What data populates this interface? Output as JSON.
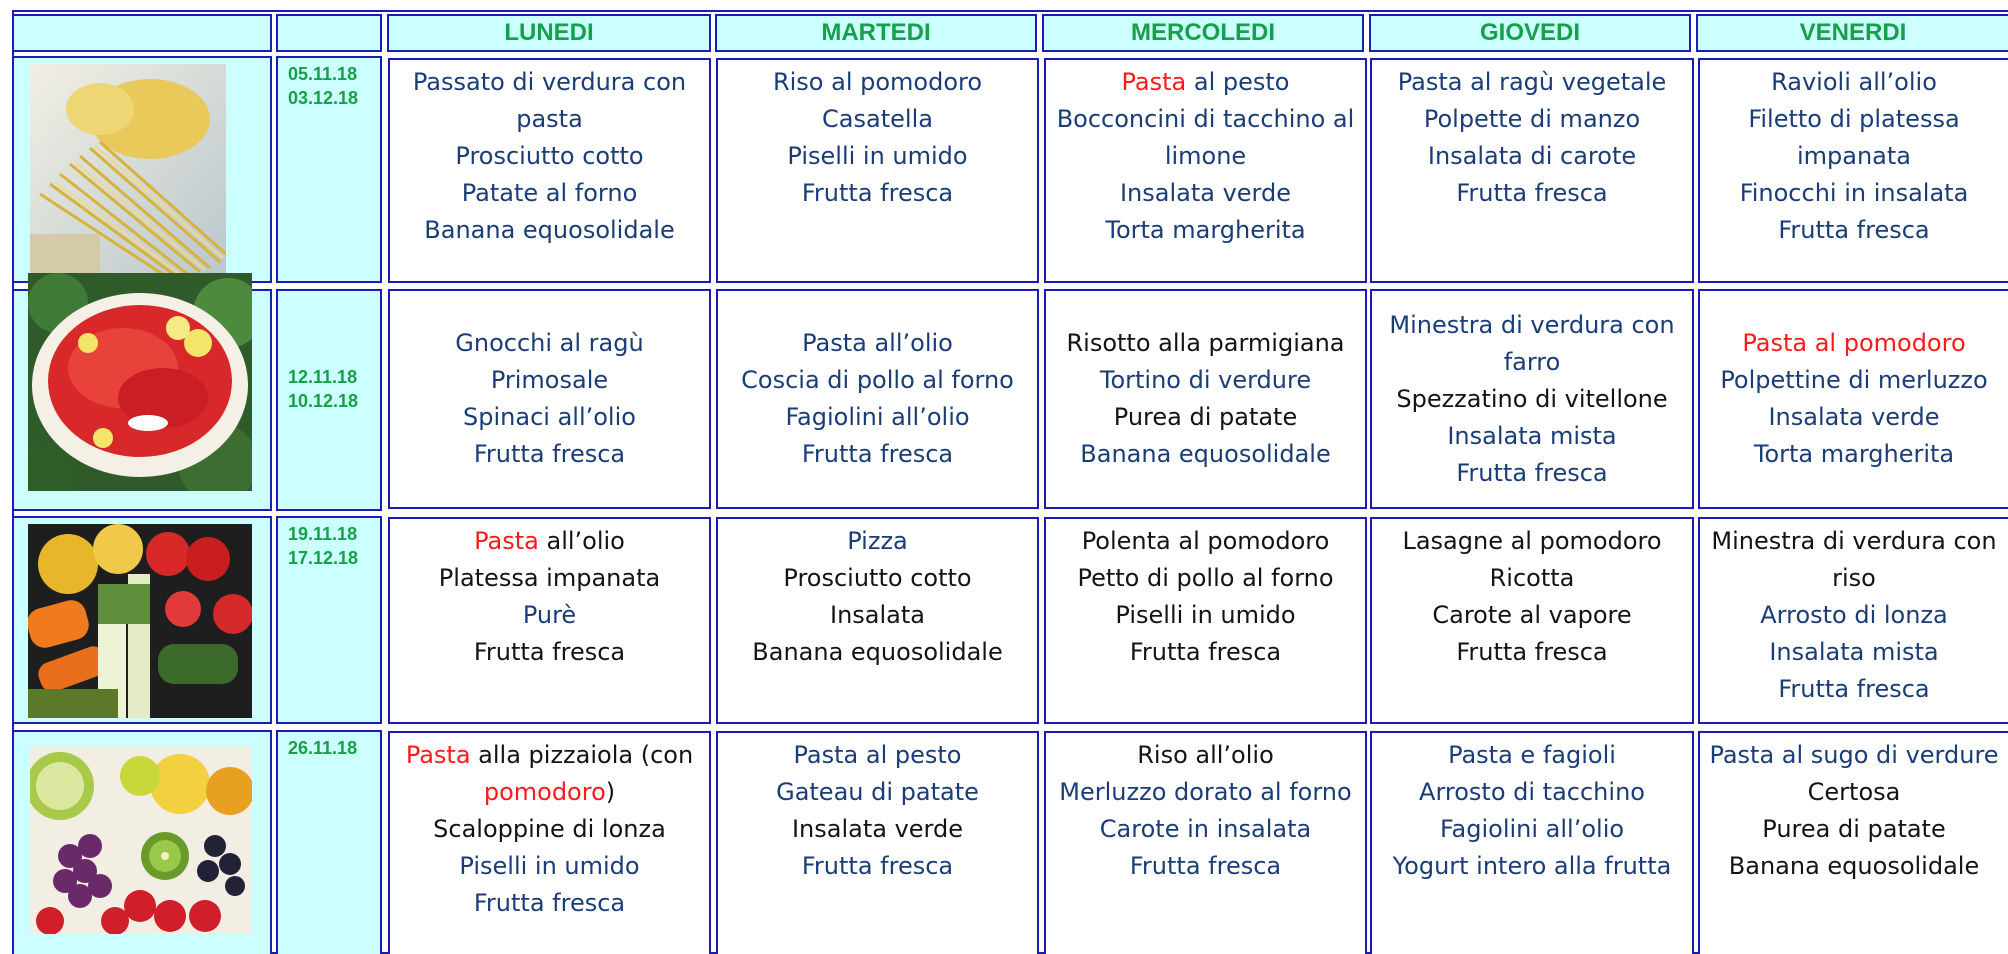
{
  "days": [
    "LUNEDI",
    "MARTEDI",
    "MERCOLEDI",
    "GIOVEDI",
    "VENERDI"
  ],
  "weeks": [
    {
      "image": "pasta-photo",
      "dates": [
        "05.11.18",
        "03.12.18"
      ],
      "meals": [
        [
          {
            "parts": [
              {
                "t": "Passato di verdura con pasta"
              }
            ]
          },
          {
            "parts": [
              {
                "t": "Prosciutto cotto"
              }
            ]
          },
          {
            "parts": [
              {
                "t": "Patate al forno"
              }
            ]
          },
          {
            "parts": [
              {
                "t": "Banana equosolidale"
              }
            ]
          }
        ],
        [
          {
            "parts": [
              {
                "t": "Riso al pomodoro"
              }
            ]
          },
          {
            "parts": [
              {
                "t": "Casatella"
              }
            ]
          },
          {
            "parts": [
              {
                "t": "Piselli  in umido"
              }
            ]
          },
          {
            "parts": [
              {
                "t": "Frutta fresca"
              }
            ]
          }
        ],
        [
          {
            "parts": [
              {
                "t": "Pasta",
                "c": "red"
              },
              {
                "t": " al pesto"
              }
            ]
          },
          {
            "parts": [
              {
                "t": "Bocconcini di tacchino al limone"
              }
            ]
          },
          {
            "parts": [
              {
                "t": "Insalata verde"
              }
            ]
          },
          {
            "parts": [
              {
                "t": "Torta margherita"
              }
            ]
          }
        ],
        [
          {
            "parts": [
              {
                "t": "Pasta al ragù vegetale"
              }
            ]
          },
          {
            "parts": [
              {
                "t": "Polpette di manzo"
              }
            ]
          },
          {
            "parts": [
              {
                "t": "Insalata di carote"
              }
            ]
          },
          {
            "parts": [
              {
                "t": "Frutta fresca"
              }
            ]
          }
        ],
        [
          {
            "parts": [
              {
                "t": "Ravioli all’olio"
              }
            ]
          },
          {
            "parts": [
              {
                "t": "Filetto di platessa impanata"
              }
            ]
          },
          {
            "parts": [
              {
                "t": "Finocchi in insalata"
              }
            ]
          },
          {
            "parts": [
              {
                "t": "Frutta fresca"
              }
            ]
          }
        ]
      ]
    },
    {
      "image": "salmon-plate-photo",
      "dates": [
        "12.11.18",
        "10.12.18"
      ],
      "meals": [
        [
          {
            "parts": [
              {
                "t": "Gnocchi al ragù"
              }
            ]
          },
          {
            "parts": [
              {
                "t": "Primosale"
              }
            ]
          },
          {
            "parts": [
              {
                "t": "Spinaci all’olio"
              }
            ]
          },
          {
            "parts": [
              {
                "t": "Frutta fresca"
              }
            ]
          }
        ],
        [
          {
            "parts": [
              {
                "t": "Pasta all’olio"
              }
            ]
          },
          {
            "parts": [
              {
                "t": "Coscia di pollo al forno"
              }
            ]
          },
          {
            "parts": [
              {
                "t": "Fagiolini all’olio"
              }
            ]
          },
          {
            "parts": [
              {
                "t": "Frutta fresca"
              }
            ]
          }
        ],
        [
          {
            "parts": [
              {
                "t": "Risotto alla parmigiana",
                "c": "dark"
              }
            ]
          },
          {
            "parts": [
              {
                "t": "Tortino di verdure"
              }
            ]
          },
          {
            "parts": [
              {
                "t": "Purea di patate",
                "c": "dark"
              }
            ]
          },
          {
            "parts": [
              {
                "t": "Banana equosolidale"
              }
            ]
          }
        ],
        [
          {
            "parts": [
              {
                "t": "Minestra di verdura con farro"
              }
            ]
          },
          {
            "parts": [
              {
                "t": "Spezzatino di vitellone",
                "c": "dark"
              }
            ]
          },
          {
            "parts": [
              {
                "t": "Insalata mista"
              }
            ]
          },
          {
            "parts": [
              {
                "t": "Frutta fresca"
              }
            ]
          }
        ],
        [
          {
            "parts": [
              {
                "t": "Pasta al pomodoro",
                "c": "red"
              }
            ]
          },
          {
            "parts": [
              {
                "t": "Polpettine di merluzzo"
              }
            ]
          },
          {
            "parts": [
              {
                "t": "Insalata verde"
              }
            ]
          },
          {
            "parts": [
              {
                "t": "Torta margherita"
              }
            ]
          }
        ]
      ]
    },
    {
      "image": "vegetables-photo",
      "dates": [
        "19.11.18",
        "17.12.18"
      ],
      "meals": [
        [
          {
            "parts": [
              {
                "t": "Pasta",
                "c": "red"
              },
              {
                "t": " all’olio",
                "c": "dark"
              }
            ]
          },
          {
            "parts": [
              {
                "t": "Platessa impanata",
                "c": "dark"
              }
            ]
          },
          {
            "parts": [
              {
                "t": "Purè"
              }
            ]
          },
          {
            "parts": [
              {
                "t": "Frutta fresca",
                "c": "dark"
              }
            ]
          }
        ],
        [
          {
            "parts": [
              {
                "t": "Pizza"
              }
            ]
          },
          {
            "parts": [
              {
                "t": "Prosciutto cotto",
                "c": "dark"
              }
            ]
          },
          {
            "parts": [
              {
                "t": "Insalata",
                "c": "dark"
              }
            ]
          },
          {
            "parts": [
              {
                "t": "Banana equosolidale",
                "c": "dark"
              }
            ]
          }
        ],
        [
          {
            "parts": [
              {
                "t": "Polenta al pomodoro",
                "c": "dark"
              }
            ]
          },
          {
            "parts": [
              {
                "t": "Petto di pollo al forno",
                "c": "dark"
              }
            ]
          },
          {
            "parts": [
              {
                "t": "Piselli in umido",
                "c": "dark"
              }
            ]
          },
          {
            "parts": [
              {
                "t": "Frutta fresca",
                "c": "dark"
              }
            ]
          }
        ],
        [
          {
            "parts": [
              {
                "t": "Lasagne al pomodoro",
                "c": "dark"
              }
            ]
          },
          {
            "parts": [
              {
                "t": "Ricotta",
                "c": "dark"
              }
            ]
          },
          {
            "parts": [
              {
                "t": "Carote al vapore",
                "c": "dark"
              }
            ]
          },
          {
            "parts": [
              {
                "t": "Frutta fresca",
                "c": "dark"
              }
            ]
          }
        ],
        [
          {
            "parts": [
              {
                "t": "Minestra di verdura con riso",
                "c": "dark"
              }
            ]
          },
          {
            "parts": [
              {
                "t": "Arrosto di lonza"
              }
            ]
          },
          {
            "parts": [
              {
                "t": "Insalata mista"
              }
            ]
          },
          {
            "parts": [
              {
                "t": "Frutta fresca"
              }
            ]
          }
        ]
      ]
    },
    {
      "image": "fruit-photo",
      "dates": [
        "26.11.18"
      ],
      "meals": [
        [
          {
            "parts": [
              {
                "t": "Pasta",
                "c": "red"
              },
              {
                "t": " alla pizzaiola (con ",
                "c": "dark"
              },
              {
                "t": "pomodoro",
                "c": "red"
              },
              {
                "t": ")",
                "c": "dark"
              }
            ]
          },
          {
            "parts": [
              {
                "t": "Scaloppine di lonza",
                "c": "dark"
              }
            ]
          },
          {
            "parts": [
              {
                "t": "Piselli in umido"
              }
            ]
          },
          {
            "parts": [
              {
                "t": "Frutta fresca"
              }
            ]
          }
        ],
        [
          {
            "parts": [
              {
                "t": "Pasta al pesto"
              }
            ]
          },
          {
            "parts": [
              {
                "t": "Gateau di patate"
              }
            ]
          },
          {
            "parts": [
              {
                "t": "Insalata verde",
                "c": "dark"
              }
            ]
          },
          {
            "parts": [
              {
                "t": "Frutta fresca"
              }
            ]
          }
        ],
        [
          {
            "parts": [
              {
                "t": "Riso all’olio",
                "c": "dark"
              }
            ]
          },
          {
            "parts": [
              {
                "t": "Merluzzo dorato al forno"
              }
            ]
          },
          {
            "parts": [
              {
                "t": "Carote in insalata"
              }
            ]
          },
          {
            "parts": [
              {
                "t": "Frutta fresca"
              }
            ]
          }
        ],
        [
          {
            "parts": [
              {
                "t": "Pasta e fagioli"
              }
            ]
          },
          {
            "parts": [
              {
                "t": "Arrosto di tacchino"
              }
            ]
          },
          {
            "parts": [
              {
                "t": "Fagiolini all’olio"
              }
            ]
          },
          {
            "parts": [
              {
                "t": "Yogurt intero alla frutta"
              }
            ]
          }
        ],
        [
          {
            "parts": [
              {
                "t": "Pasta al sugo di verdure"
              }
            ]
          },
          {
            "parts": [
              {
                "t": "Certosa",
                "c": "dark"
              }
            ]
          },
          {
            "parts": [
              {
                "t": "Purea di patate",
                "c": "dark"
              }
            ]
          },
          {
            "parts": [
              {
                "t": "Banana equosolidale",
                "c": "dark"
              }
            ]
          }
        ]
      ]
    }
  ],
  "colors": {
    "border": "#1c1cb5",
    "header_bg": "#ccffff",
    "header_text": "#17a04a",
    "dish_text": "#1a3d78",
    "dish_dark": "#141414",
    "highlight": "#ff1a1a"
  }
}
